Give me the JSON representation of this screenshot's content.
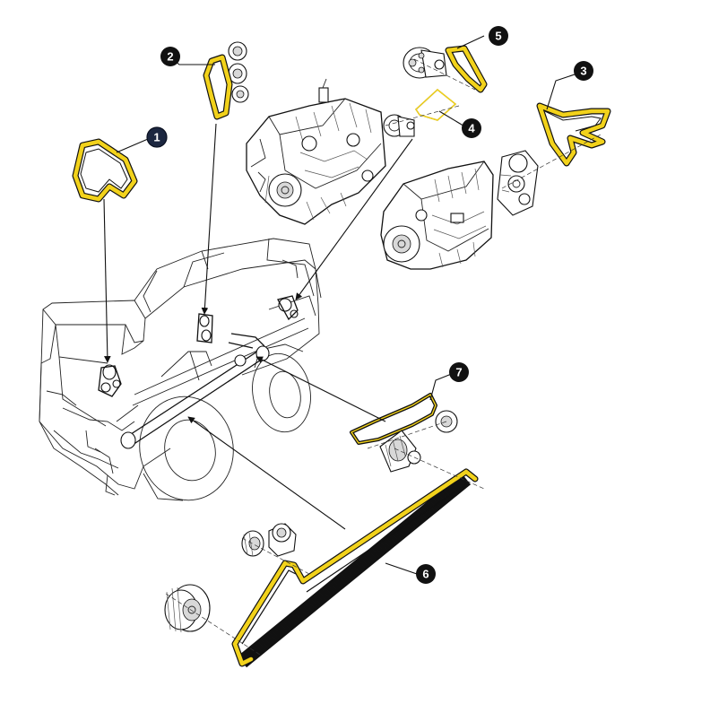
{
  "colors": {
    "belt_yellow": "#f2d21b",
    "callout_fill": "#111111",
    "callout_highlight_fill": "#1c2740",
    "outline": "#111111",
    "background": "#ffffff"
  },
  "callouts": [
    {
      "label": "1",
      "highlighted": true
    },
    {
      "label": "2",
      "highlighted": false
    },
    {
      "label": "3",
      "highlighted": false
    },
    {
      "label": "4",
      "highlighted": false
    },
    {
      "label": "5",
      "highlighted": false
    },
    {
      "label": "6",
      "highlighted": false
    },
    {
      "label": "7",
      "highlighted": false
    }
  ],
  "icons": {
    "harvester": "forage-harvester-outline",
    "engine_a": "engine-block",
    "engine_b": "engine-block",
    "belts": "drive-belt",
    "pulleys": "pulley"
  }
}
